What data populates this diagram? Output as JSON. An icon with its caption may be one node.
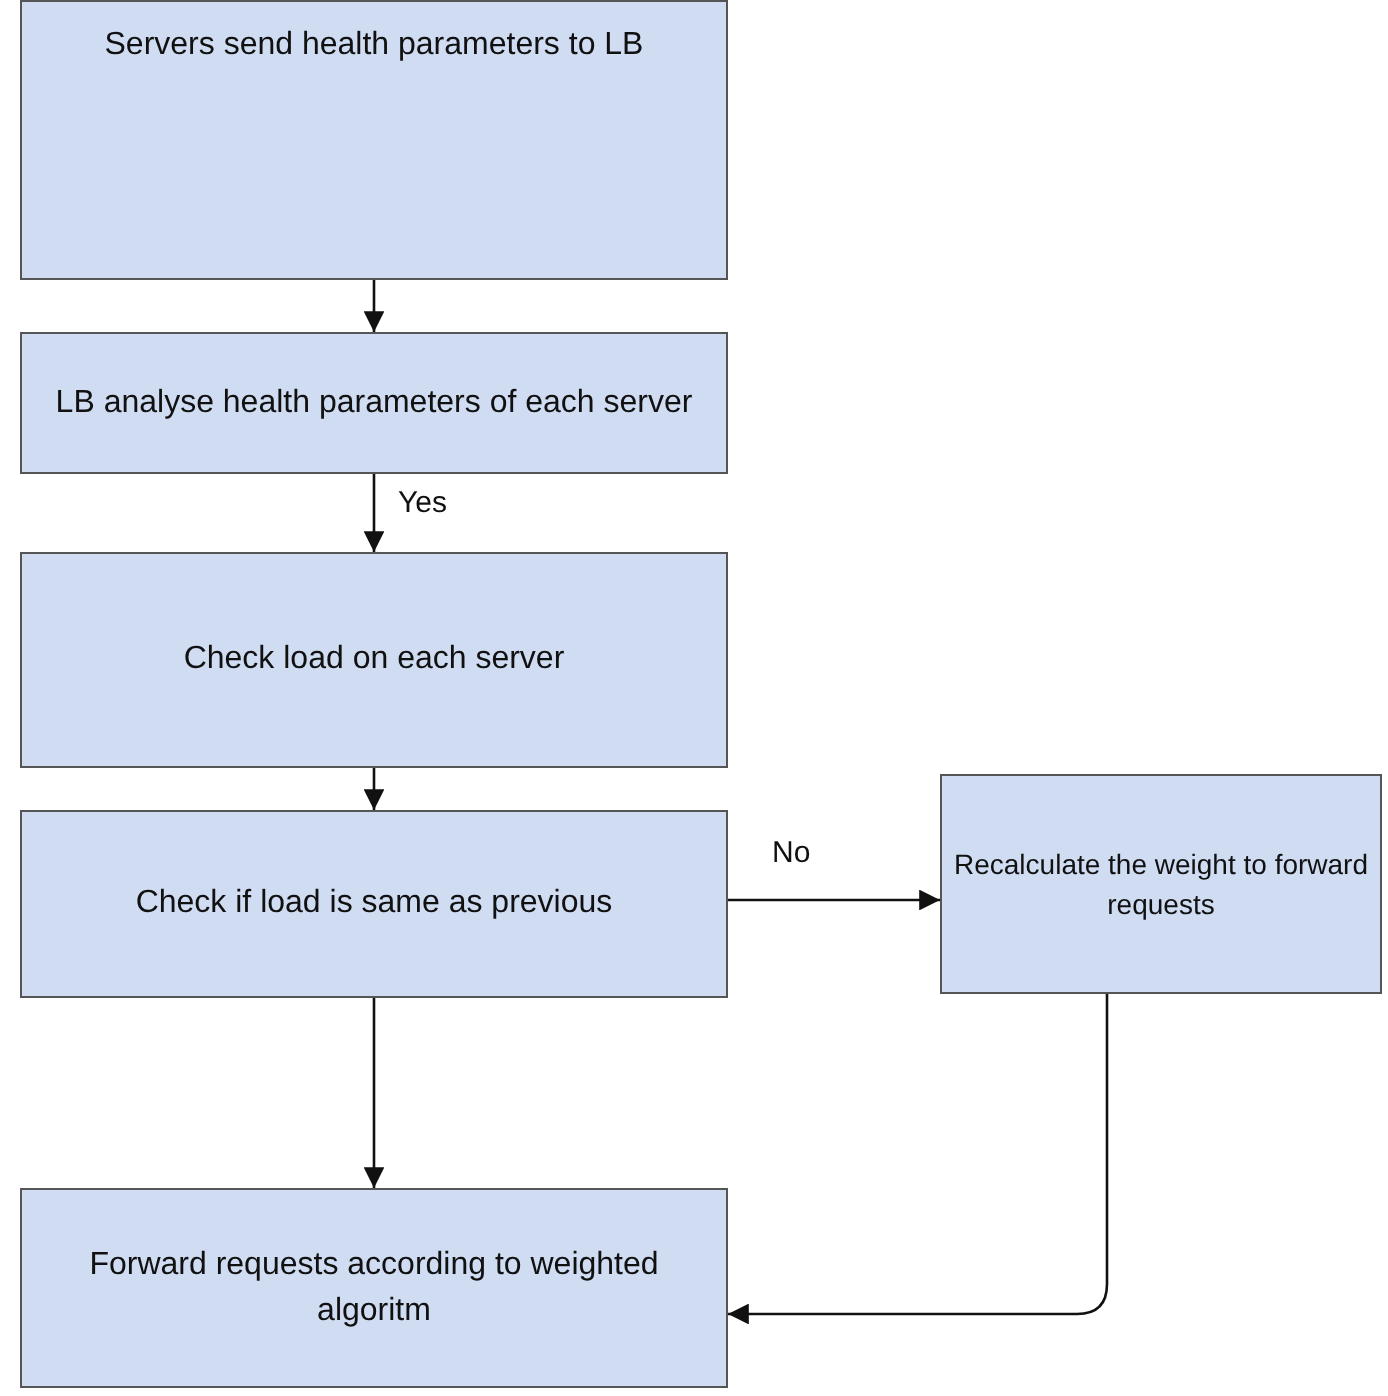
{
  "diagram": {
    "nodes": [
      {
        "text": [
          "Servers send health parameters to LB"
        ]
      },
      {
        "text": [
          "LB analyse health parameters of each server"
        ]
      },
      {
        "text": [
          "Check load on each server"
        ]
      },
      {
        "text": [
          "Check if load is same as previous"
        ]
      },
      {
        "text": [
          "Recalculate the weight to forward requests"
        ]
      },
      {
        "text": [
          "Forward requests according to weighted algoritm"
        ]
      }
    ],
    "edges": [
      {
        "from": 0,
        "to": 1,
        "arrow": "to"
      },
      {
        "from": 1,
        "to": 2,
        "arrow": "to",
        "label": "Yes"
      },
      {
        "from": 2,
        "to": 3,
        "arrow": "to"
      },
      {
        "from": 3,
        "to": 4,
        "arrow": "to",
        "label": "No"
      },
      {
        "from": 3,
        "to": 5,
        "arrow": "to"
      },
      {
        "from": 4,
        "to": 5,
        "arrow": "to"
      }
    ]
  }
}
